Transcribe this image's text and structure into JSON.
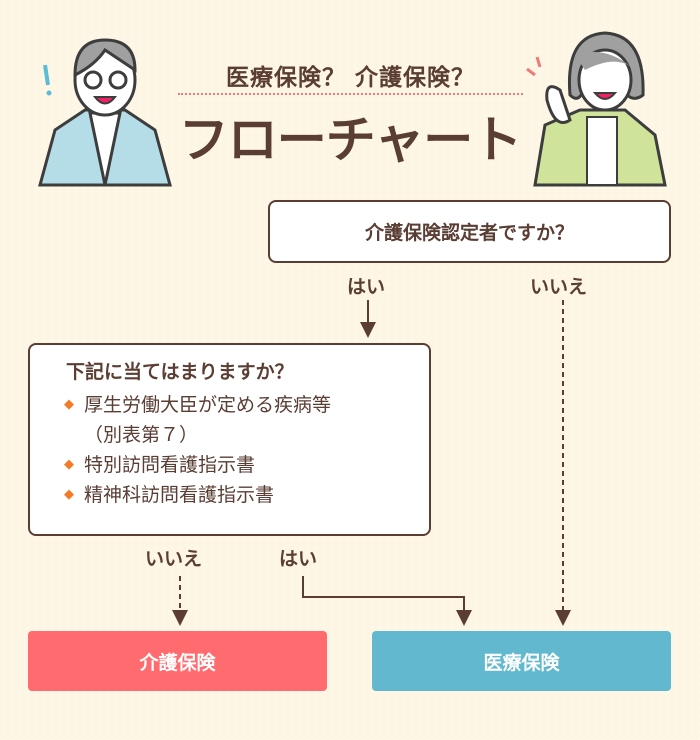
{
  "header": {
    "subtitle": "医療保険？ 介護保険？",
    "title": "フローチャート"
  },
  "question1": {
    "text": "介護保険認定者ですか？",
    "yes": "はい",
    "no": "いいえ"
  },
  "question2": {
    "heading": "下記に当てはまりますか？",
    "items": [
      "厚生労働大臣が定める疾病等",
      "（別表第７）",
      "特別訪問看護指示書",
      "精神科訪問看護指示書"
    ],
    "no": "いいえ",
    "yes": "はい"
  },
  "results": {
    "care": "介護保険",
    "medical": "医療保険"
  },
  "colors": {
    "care": "#ff6b6f",
    "medical": "#62b9cf",
    "text": "#5a3d33",
    "bullet": "#f47a25"
  }
}
